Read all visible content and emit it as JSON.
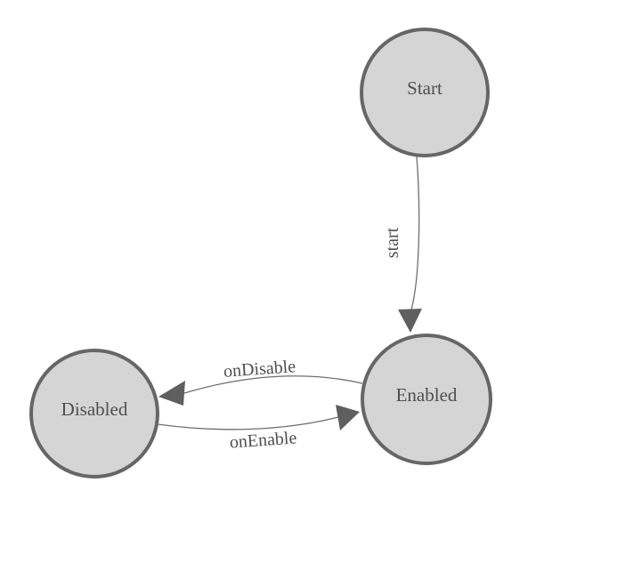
{
  "diagram": {
    "type": "state-machine",
    "states": [
      {
        "id": "start",
        "label": "Start"
      },
      {
        "id": "enabled",
        "label": "Enabled"
      },
      {
        "id": "disabled",
        "label": "Disabled"
      }
    ],
    "transitions": [
      {
        "from": "Start",
        "to": "Enabled",
        "label": "start"
      },
      {
        "from": "Enabled",
        "to": "Disabled",
        "label": "onDisable"
      },
      {
        "from": "Disabled",
        "to": "Enabled",
        "label": "onEnable"
      }
    ]
  },
  "colors": {
    "background": "#ffffff",
    "node_fill": "#d5d5d5",
    "node_stroke": "#666666",
    "edge_line": "#6e6e6e",
    "arrowhead": "#5f5f5f",
    "text": "#4f4f4f"
  }
}
